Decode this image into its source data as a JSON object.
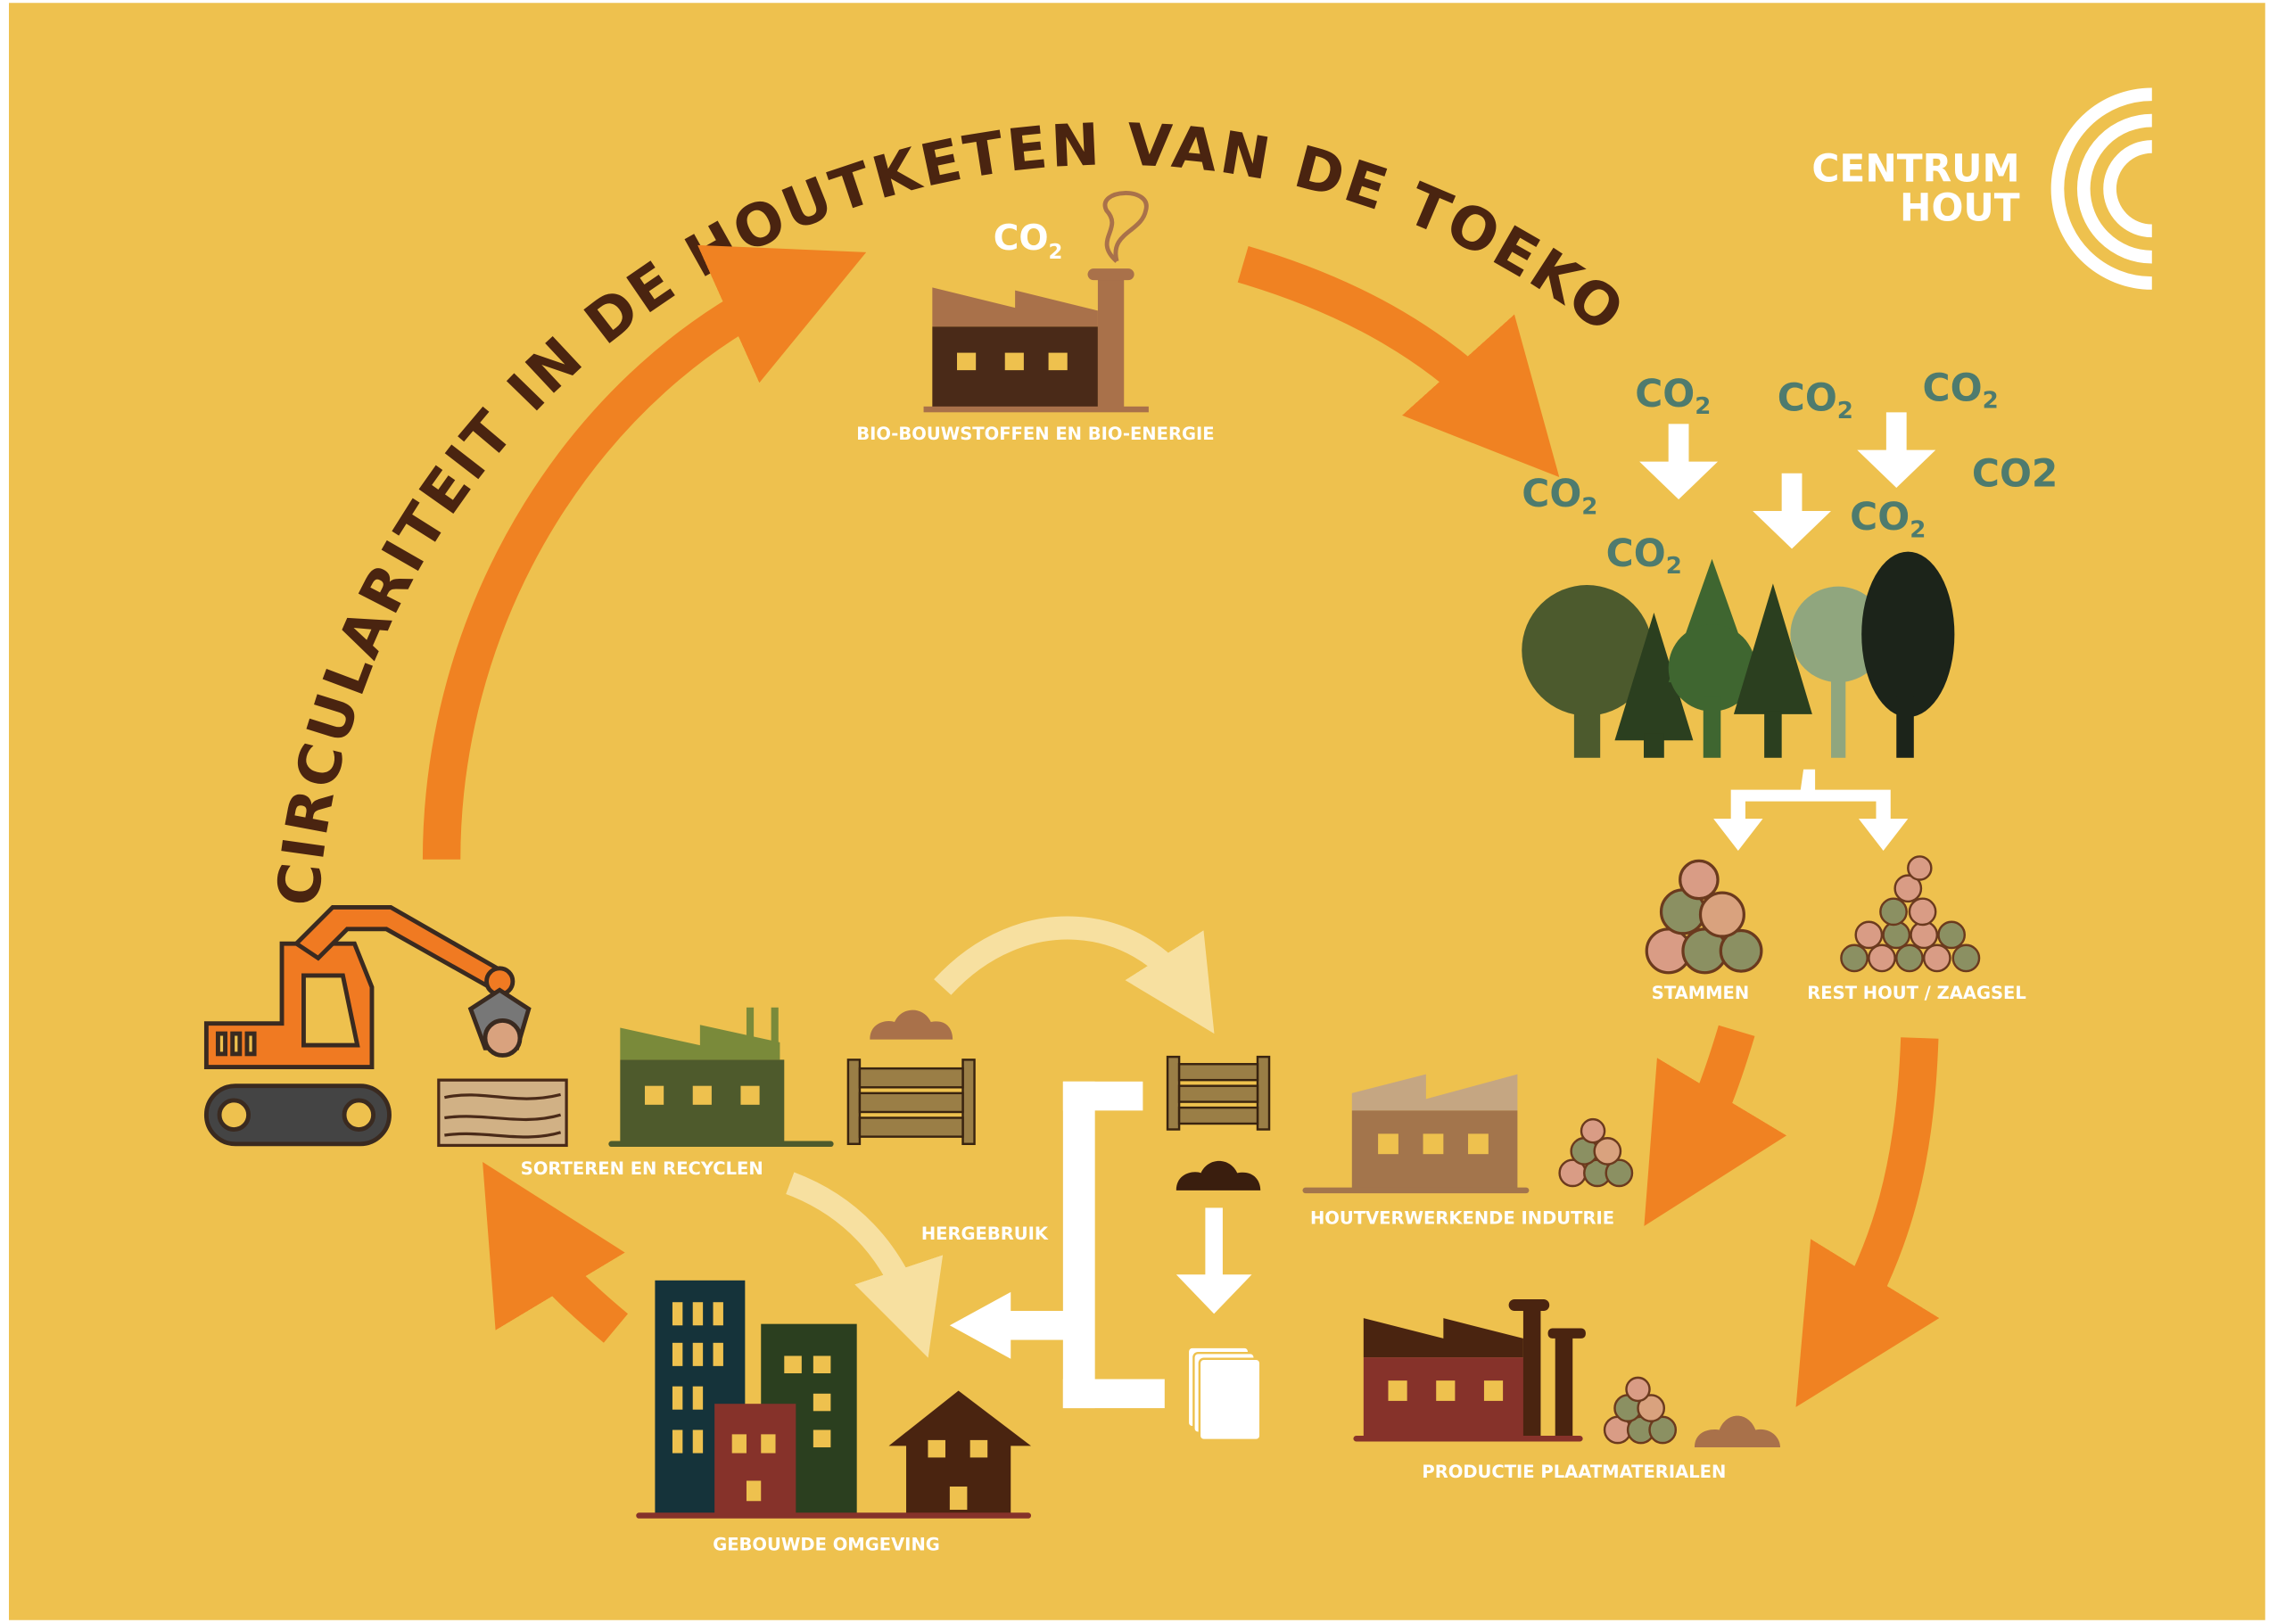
{
  "title": "CIRCULARITEIT IN DE HOUTKETEN VAN DE TOEKOMST",
  "logo": {
    "line1": "CENTRUM",
    "line2": "HOUT"
  },
  "co2_labels": [
    "CO",
    "2",
    "CO2"
  ],
  "stages": {
    "bio": "BIO-BOUWSTOFFEN EN BIO-ENERGIE",
    "stammen": "STAMMEN",
    "resthout": "REST HOUT / ZAAGSEL",
    "houtverwerkende": "HOUTVERWERKENDE INDUTRIE",
    "productie": "PRODUCTIE PLAATMATERIALEN",
    "gebouwde": "GEBOUWDE OMGEVING",
    "sorteren": "SORTEREN EN RECYCLEN",
    "hergebruik": "HERGEBRUIK"
  },
  "colors": {
    "background": "#EEC14E",
    "arrow": "#F08222",
    "co2": "#4E7B6E",
    "title": "#4A2410",
    "light_arrow": "#F7E0A0"
  }
}
